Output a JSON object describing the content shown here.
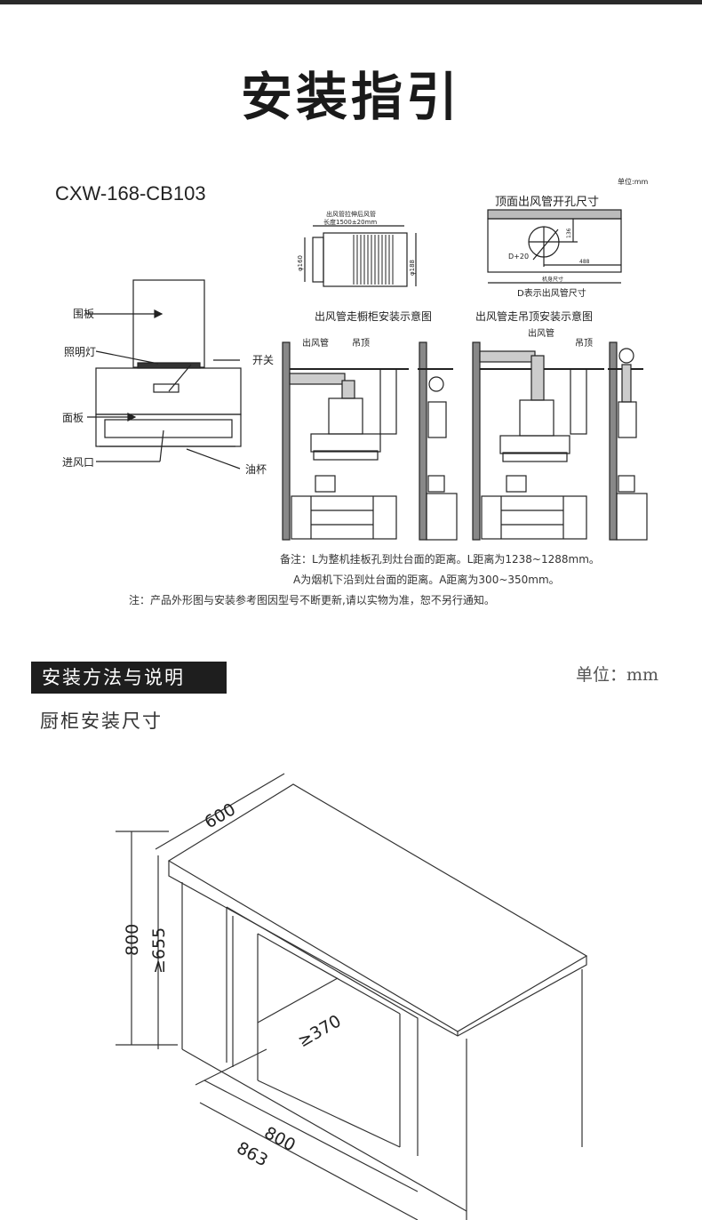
{
  "title": "安装指引",
  "model": "CXW-168-CB103",
  "hood_labels": {
    "panel_top": "围板",
    "light": "照明灯",
    "switch": "开关",
    "face_panel": "面板",
    "air_inlet": "进风口",
    "oil_cup": "油杯"
  },
  "duct": {
    "unit": "单位:mm",
    "caption_line1": "出风管拉伸后风管",
    "caption_line2": "长度1500±20mm",
    "dia_left": "φ160",
    "dia_right": "φ188"
  },
  "top_hole": {
    "title": "顶面出风管开孔尺寸",
    "d_label": "D+20",
    "dim_vertical": "136",
    "dim_horizontal": "488",
    "body_size": "机身尺寸",
    "caption": "D表示出风管尺寸"
  },
  "install_cabinet": {
    "title": "出风管走橱柜安装示意图",
    "duct_label": "出风管",
    "ceiling_label": "吊顶"
  },
  "install_ceiling": {
    "title": "出风管走吊顶安装示意图",
    "duct_label": "出风管",
    "ceiling_label": "吊顶"
  },
  "notes": {
    "line1": "备注：L为整机挂板孔到灶台面的距离。L距离为1238~1288mm。",
    "line2": "A为烟机下沿到灶台面的距离。A距离为300~350mm。",
    "line3": "注：产品外形图与安装参考图因型号不断更新,请以实物为准，恕不另行通知。"
  },
  "section": {
    "header": "安装方法与说明",
    "unit": "单位：mm",
    "subtitle": "厨柜安装尺寸"
  },
  "cabinet_dims": {
    "depth": "600",
    "height": "800",
    "min_height": "≥655",
    "min_depth": "≥370",
    "inner_width": "800",
    "outer_width": "863"
  }
}
